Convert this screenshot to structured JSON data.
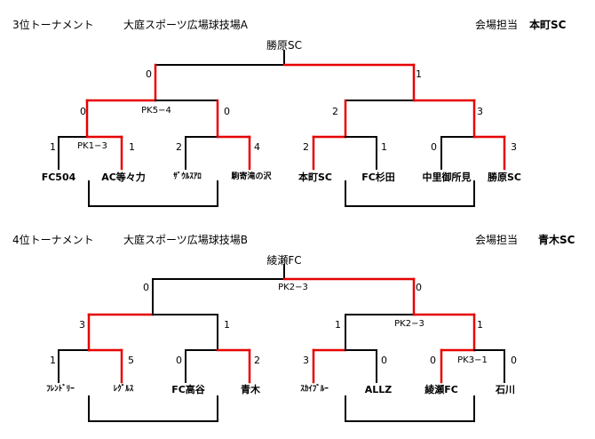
{
  "colors": {
    "win": "#e60000",
    "line": "#000000"
  },
  "section_a": {
    "tournament": "3位トーナメント",
    "venue": "大庭スポーツ広場球技場A",
    "host_label": "会場担当",
    "host_team": "本町SC",
    "champion": "勝原SC",
    "final": {
      "left_score": "0",
      "right_score": "1"
    },
    "semis": {
      "q1": "0",
      "q2": "0",
      "q3": "2",
      "q4": "3",
      "pk_left": "PK5−4"
    },
    "round1": {
      "s1": "1",
      "s2": "1",
      "s3": "2",
      "s4": "4",
      "s5": "2",
      "s6": "1",
      "s7": "0",
      "s8": "3",
      "pk": "PK1−3"
    },
    "teams": [
      "FC504",
      "AC等々力",
      "ｻﾞｳﾙｽｱﾛ",
      "駒寄滝の沢",
      "本町SC",
      "FC杉田",
      "中里御所見",
      "勝原SC"
    ]
  },
  "section_b": {
    "tournament": "4位トーナメント",
    "venue": "大庭スポーツ広場球技場B",
    "host_label": "会場担当",
    "host_team": "青木SC",
    "champion": "綾瀬FC",
    "final": {
      "left_score": "0",
      "right_score": "0",
      "pk": "PK2−3"
    },
    "semis": {
      "q1": "3",
      "q2": "1",
      "q3": "1",
      "q4": "1",
      "pk_right": "PK2−3"
    },
    "round1": {
      "s1": "1",
      "s2": "5",
      "s3": "0",
      "s4": "2",
      "s5": "3",
      "s6": "0",
      "s7": "0",
      "s8": "0",
      "pk": "PK3−1"
    },
    "teams": [
      "ﾌﾚﾝﾄﾞﾘｰ",
      "ﾚｸﾞﾙｽ",
      "FC高谷",
      "青木",
      "ｽｶｲﾌﾞﾙｰ",
      "ALLZ",
      "綾瀬FC",
      "石川"
    ]
  }
}
